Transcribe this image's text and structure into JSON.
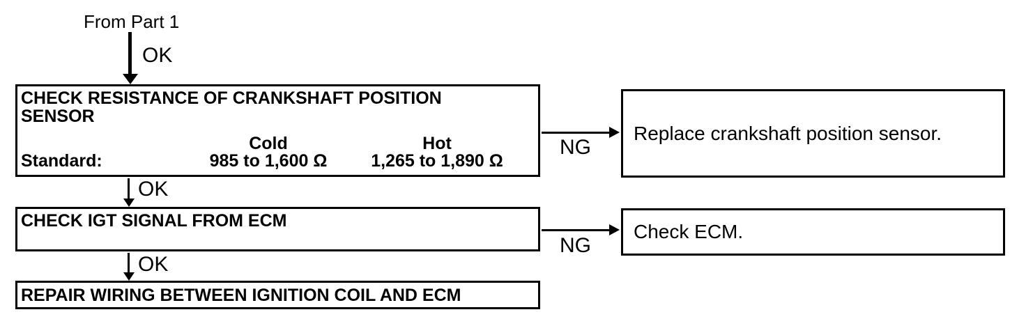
{
  "flow": {
    "entry_label": "From Part 1",
    "entry_ok_label": "OK",
    "colors": {
      "line": "#000000",
      "background": "#ffffff",
      "text": "#000000"
    },
    "step1": {
      "title": "CHECK RESISTANCE OF CRANKSHAFT POSITION SENSOR",
      "standard_label": "Standard:",
      "cold_header": "Cold",
      "cold_value": "985 to 1,600 Ω",
      "hot_header": "Hot",
      "hot_value": "1,265 to 1,890 Ω",
      "ok_label": "OK",
      "ng_label": "NG",
      "ng_result": "Replace crankshaft position sensor."
    },
    "step2": {
      "title": "CHECK IGT SIGNAL FROM ECM",
      "ok_label": "OK",
      "ng_label": "NG",
      "ng_result": "Check ECM."
    },
    "step3": {
      "title": "REPAIR WIRING BETWEEN IGNITION COIL AND ECM"
    }
  }
}
